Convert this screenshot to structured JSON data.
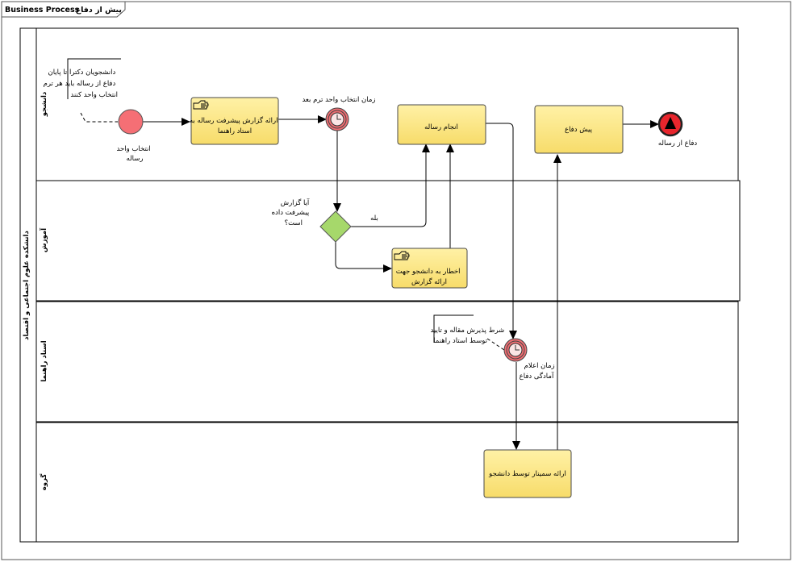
{
  "header": {
    "title_rtl": "پیش از دفاع",
    "title_ltr": "Business Process"
  },
  "pool": {
    "label": "دانشکده علوم اجتماعی و اقتصاد"
  },
  "lanes": [
    {
      "label": "دانشجو"
    },
    {
      "label": "آموزش"
    },
    {
      "label": "استاد راهنما"
    },
    {
      "label": "گروه"
    }
  ],
  "start_event": {
    "label_lines": [
      "انتخاب واحد",
      "رساله"
    ]
  },
  "annotations": {
    "note1_lines": [
      "دانشجویان دکترا تا پایان",
      "دفاع از رساله باید هر ترم",
      "انتخاب واحد کنند"
    ],
    "note2_lines": [
      "شرط پذیرش مقاله و تایید",
      "توسط استاد راهنما"
    ]
  },
  "tasks": {
    "report": {
      "lines": [
        "ارائه گزارش پیشرفت رساله به",
        "استاد راهنما"
      ]
    },
    "thesis": {
      "lines": [
        "انجام رساله"
      ]
    },
    "predefense": {
      "lines": [
        "پیش دفاع"
      ]
    },
    "notify": {
      "lines": [
        "اخطار به دانشجو جهت",
        "ارائه گزارش"
      ]
    },
    "seminar": {
      "lines": [
        "ارائه سمینار توسط دانشجو"
      ]
    }
  },
  "timer_events": {
    "term": {
      "label": "زمان انتخاب واحد ترم بعد"
    },
    "ready": {
      "label_lines": [
        "زمان اعلام",
        "آمادگی دفاع"
      ]
    }
  },
  "gateway": {
    "label_lines": [
      "آیا گزارش",
      "پیشرفت داده",
      "است؟"
    ],
    "yes_label": "بله"
  },
  "end_event": {
    "label": "دفاع از رساله"
  },
  "colors": {
    "task_fill": "#fce98c",
    "task_stroke": "#4a4a4a",
    "start_fill": "#f56f75",
    "timer_fill": "#ef6e73",
    "gateway_fill": "#a6d86b",
    "end_fill": "#e8262d"
  }
}
